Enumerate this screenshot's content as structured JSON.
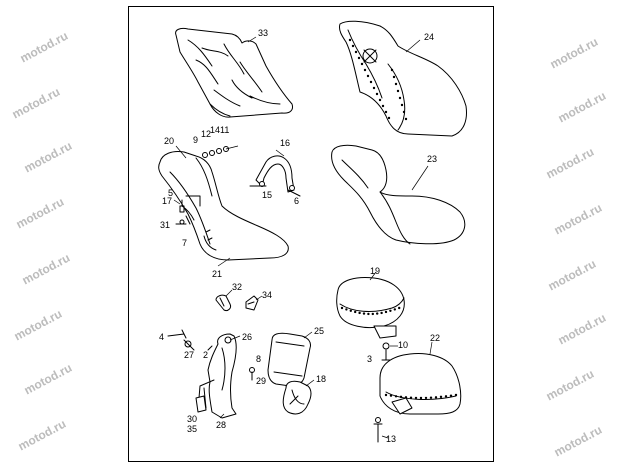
{
  "document": {
    "type": "exploded parts diagram",
    "subject": "seats and backrest"
  },
  "watermark": {
    "text": "motod.ru"
  },
  "callouts": [
    {
      "id": "label-33",
      "text": "33"
    },
    {
      "id": "label-24",
      "text": "24"
    },
    {
      "id": "label-20",
      "text": "20"
    },
    {
      "id": "label-9",
      "text": "9"
    },
    {
      "id": "label-12",
      "text": "12"
    },
    {
      "id": "label-14",
      "text": "14"
    },
    {
      "id": "label-11",
      "text": "11"
    },
    {
      "id": "label-16",
      "text": "16"
    },
    {
      "id": "label-23",
      "text": "23"
    },
    {
      "id": "label-5",
      "text": "5"
    },
    {
      "id": "label-17",
      "text": "17"
    },
    {
      "id": "label-15",
      "text": "15"
    },
    {
      "id": "label-6",
      "text": "6"
    },
    {
      "id": "label-31",
      "text": "31"
    },
    {
      "id": "label-7",
      "text": "7"
    },
    {
      "id": "label-21",
      "text": "21"
    },
    {
      "id": "label-19",
      "text": "19"
    },
    {
      "id": "label-32",
      "text": "32"
    },
    {
      "id": "label-34",
      "text": "34"
    },
    {
      "id": "label-25",
      "text": "25"
    },
    {
      "id": "label-26",
      "text": "26"
    },
    {
      "id": "label-4",
      "text": "4"
    },
    {
      "id": "label-2",
      "text": "2"
    },
    {
      "id": "label-27",
      "text": "27"
    },
    {
      "id": "label-8",
      "text": "8"
    },
    {
      "id": "label-10",
      "text": "10"
    },
    {
      "id": "label-3",
      "text": "3"
    },
    {
      "id": "label-22",
      "text": "22"
    },
    {
      "id": "label-29",
      "text": "29"
    },
    {
      "id": "label-18",
      "text": "18"
    },
    {
      "id": "label-30",
      "text": "30"
    },
    {
      "id": "label-35",
      "text": "35"
    },
    {
      "id": "label-28",
      "text": "28"
    },
    {
      "id": "label-13",
      "text": "13"
    }
  ]
}
